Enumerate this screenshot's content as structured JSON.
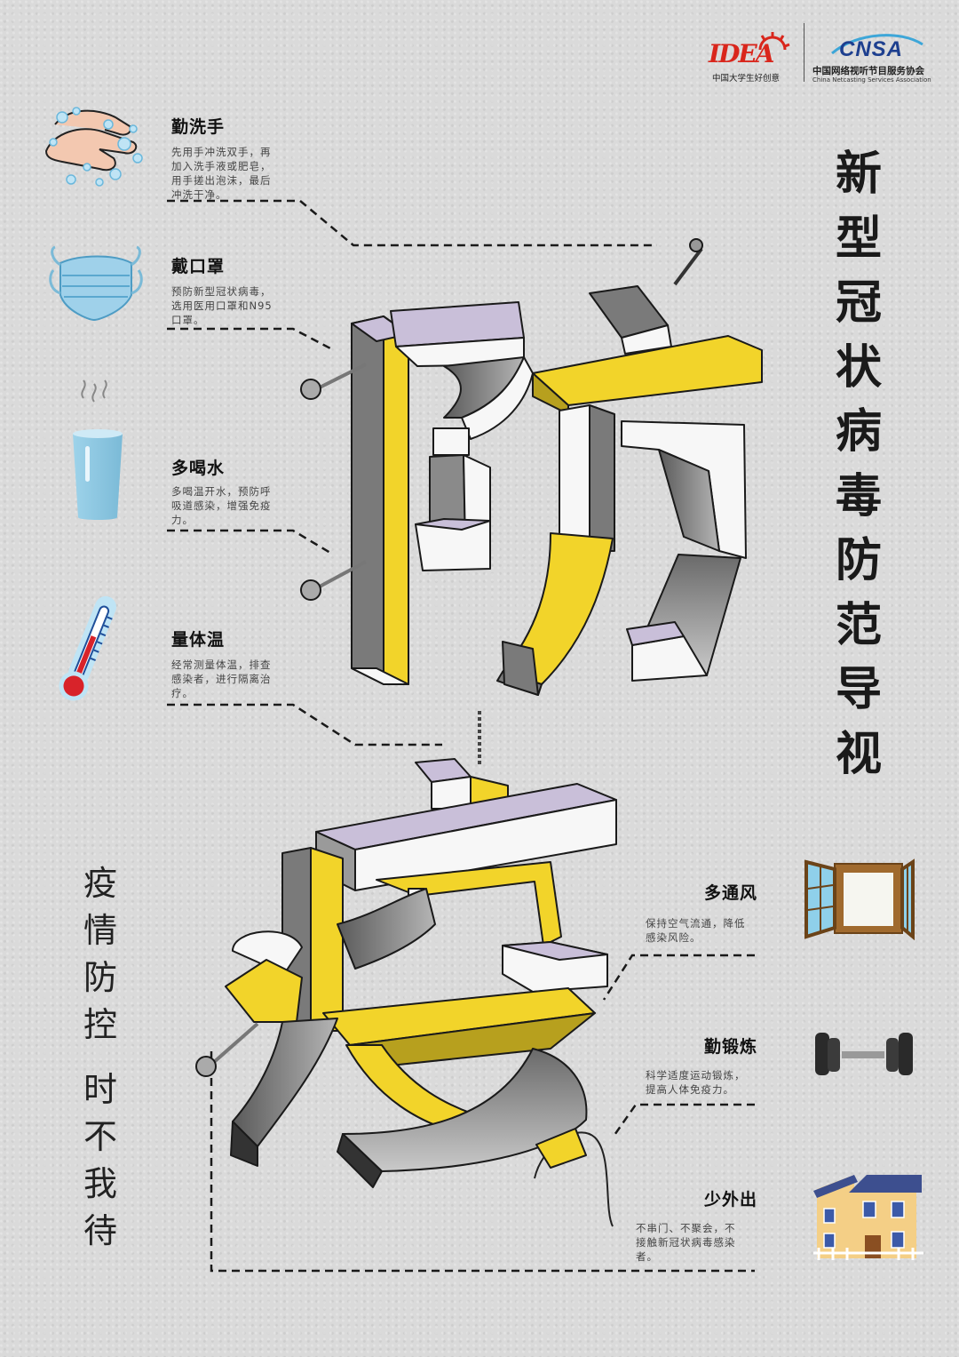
{
  "logos": {
    "idea_wordmark": "IDEA",
    "idea_caption": "中国大学生好创意",
    "cnsa_wordmark": "CNSA",
    "cnsa_name_cn": "中国网络视听节目服务协会",
    "cnsa_name_en": "China Netcasting Services Association"
  },
  "title": [
    "新",
    "型",
    "冠",
    "状",
    "病",
    "毒",
    "防",
    "范",
    "导",
    "视"
  ],
  "slogan": {
    "line1": [
      "疫",
      "情",
      "防",
      "控"
    ],
    "line2": [
      "时",
      "不",
      "我",
      "待"
    ]
  },
  "tips_left": [
    {
      "title": "勤洗手",
      "desc": [
        "先用手冲洗双手，再",
        "加入洗手液或肥皂，",
        "用手搓出泡沫，最后",
        "冲洗干净。"
      ],
      "icon": "hand-washing-icon"
    },
    {
      "title": "戴口罩",
      "desc": [
        "预防新型冠状病毒，",
        "选用医用口罩和N95",
        "口罩。"
      ],
      "icon": "face-mask-icon"
    },
    {
      "title": "多喝水",
      "desc": [
        "多喝温开水，预防呼",
        "吸道感染，增强免疫",
        "力。"
      ],
      "icon": "water-cup-icon"
    },
    {
      "title": "量体温",
      "desc": [
        "经常测量体温，排查",
        "感染者，进行隔离治",
        "疗。"
      ],
      "icon": "thermometer-icon"
    }
  ],
  "tips_right": [
    {
      "title": "多通风",
      "desc": [
        "保持空气流通，降低",
        "感染风险。"
      ],
      "icon": "open-window-icon"
    },
    {
      "title": "勤锻炼",
      "desc": [
        "科学适度运动锻炼，",
        "提高人体免疫力。"
      ],
      "icon": "dumbbell-icon"
    },
    {
      "title": "少外出",
      "desc": [
        "不串门、不聚会，不",
        "接触新冠状病毒感染",
        "者。"
      ],
      "icon": "house-icon"
    }
  ],
  "illustration": {
    "char_top_icon": "3d-character-fang-icon",
    "char_bottom_icon": "3d-character-yi-icon"
  },
  "colors": {
    "yellow": "#f2d42a",
    "lavender": "#c9bfd9",
    "dark_gray": "#6f6f6f",
    "mid_gray": "#9a9a9a",
    "white": "#f7f7f7",
    "idea_red": "#d9261c",
    "cnsa_blue": "#1d3f8f"
  }
}
